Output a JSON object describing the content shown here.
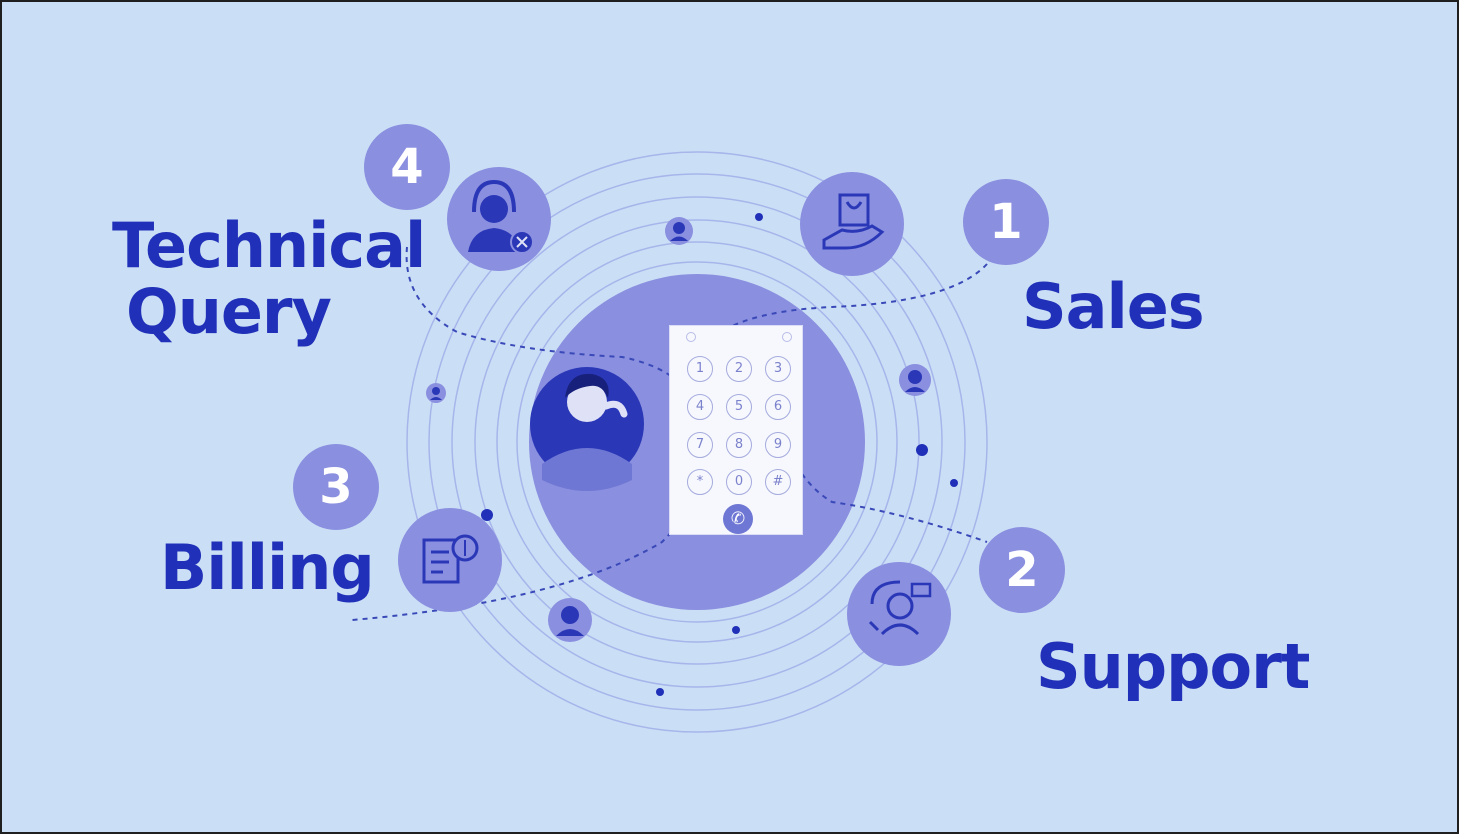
{
  "branches": [
    {
      "number": "1",
      "label": "Sales",
      "icon": "shopping-bag-hand-icon"
    },
    {
      "number": "2",
      "label": "Support",
      "icon": "support-agent-chat-icon"
    },
    {
      "number": "3",
      "label": "Billing",
      "icon": "invoice-dollar-icon"
    },
    {
      "number": "4",
      "label_lines": [
        "Technical",
        "Query"
      ],
      "icon": "headset-agent-tools-icon"
    }
  ],
  "keypad": {
    "keys": [
      "1",
      "2",
      "3",
      "4",
      "5",
      "6",
      "7",
      "8",
      "9",
      "*",
      "0",
      "#"
    ],
    "call_glyph": "✆"
  },
  "colors": {
    "background": "#cadff6",
    "label_text": "#2030b8",
    "badge": "#8a8fdf",
    "hub_circle": "#8a8fdf",
    "icon_circle": "#8a8fdf",
    "icon_line": "#2a38b8",
    "orbit_ring": "#a7b5ea"
  }
}
